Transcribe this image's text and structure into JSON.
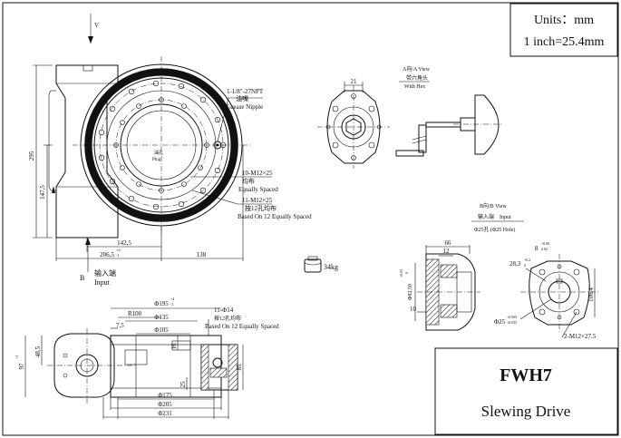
{
  "title_block": {
    "units_line1": "Units：mm",
    "units_line2": "1 inch=25.4mm",
    "model": "FWH7",
    "product": "Slewing Drive"
  },
  "front_view": {
    "label_v": "V",
    "dim_295": "295",
    "dim_147_5": "147,5",
    "dim_142_5": "142,5",
    "dim_206_5": "206,5",
    "dim_206_5_tol_upper": "+2",
    "dim_206_5_tol_lower": "-1",
    "dim_138": "138",
    "grease_spec": "1-1/8\"-27NPT",
    "grease_cn": "油嘴",
    "grease_en": "Grease Nipple",
    "bolt1_spec": "10-M12×25",
    "bolt1_cn": "均布",
    "bolt1_en": "Equally Spaced",
    "bolt2_spec": "11-M12×25",
    "bolt2_cn": "按12孔均布",
    "bolt2_en": "Based On 12 Equally Spaced",
    "label_b": "B",
    "input_cn": "输入端",
    "input_en": "Input",
    "center_cn": "油孔",
    "center_en": "Plug"
  },
  "weight": "34kg",
  "view_a": {
    "title_cn": "A向/A View",
    "sub_cn": "带六角头",
    "sub_en": "With Hex",
    "dim_21": "21"
  },
  "view_b": {
    "title": "B向/B View",
    "input_cn": "输入端",
    "input_en": "Input",
    "hole": "Φ25孔 (Φ25 Hole)",
    "dim_66": "66",
    "dim_12": "12",
    "dim_10": "10",
    "dim_82_5": "Φ82,50",
    "dim_82_5_tol_upper": "+0.05",
    "dim_82_5_tol_lower": "0",
    "dim_8": "8",
    "dim_8_tol_upper": "+0.06",
    "dim_8_tol_lower": "0.02",
    "dim_28_3": "28,3",
    "dim_28_3_tol_upper": "+0.2",
    "dim_28_3_tol_lower": "0",
    "dim_25": "Φ25",
    "dim_25_tol_upper": "+0.065",
    "dim_25_tol_lower": "+0.025",
    "dim_106_4": "106,4",
    "bolt": "2-M12×27.5"
  },
  "section_view": {
    "dim_195": "Φ195",
    "dim_195_tol_upper": "+4",
    "dim_195_tol_lower": "-2",
    "r100": "R100",
    "dim_135": "Φ135",
    "dim_105": "Φ105",
    "dim_7_5": "7,5",
    "dim_16": "16",
    "dim_25": "25",
    "dim_48_5": "48,5",
    "dim_97": "97",
    "dim_97_tol": "+1",
    "dim_85": "85",
    "dim_175": "Φ175",
    "dim_205": "Φ205",
    "dim_231": "Φ231",
    "hole_spec": "11-Φ14",
    "hole_cn": "按12孔均布",
    "hole_en": "Based On 12 Equally Spaced"
  }
}
